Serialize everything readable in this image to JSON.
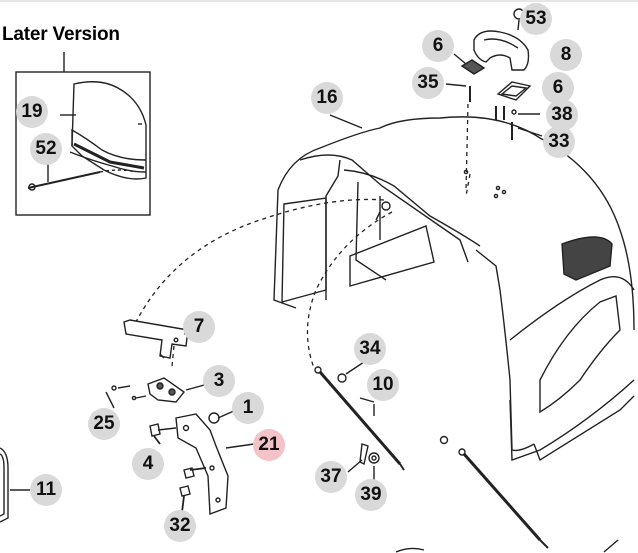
{
  "inset": {
    "title": "Later Version"
  },
  "callouts": {
    "c53": "53",
    "c6a": "6",
    "c8": "8",
    "c35": "35",
    "c6b": "6",
    "c16": "16",
    "c38": "38",
    "c33": "33",
    "c19": "19",
    "c52": "52",
    "c7": "7",
    "c3": "3",
    "c34": "34",
    "c10": "10",
    "c1": "1",
    "c25": "25",
    "c21": "21",
    "c4": "4",
    "c37": "37",
    "c39": "39",
    "c11": "11",
    "c32": "32"
  },
  "colors": {
    "highlight": "#f4c3c7",
    "callout": "#d9d9d9",
    "line": "#222222"
  }
}
